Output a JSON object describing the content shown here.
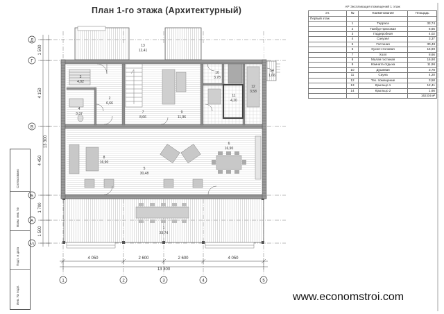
{
  "title": "План 1-го этажа (Архитектурный)",
  "watermark": "www.economstroi.com",
  "axes": {
    "horizontal": [
      "Д",
      "Г",
      "В",
      "Б",
      "А",
      "А/1"
    ],
    "vertical": [
      "1",
      "2",
      "3",
      "4",
      "5"
    ]
  },
  "dimensions": {
    "bottom_segments": [
      "4 050",
      "2 600",
      "2 600",
      "4 050"
    ],
    "bottom_total": "13 300",
    "left_segments": [
      "1 500",
      "4 150",
      "4 450",
      "1 700",
      "1 500"
    ],
    "left_total": "13 300"
  },
  "rooms": [
    {
      "num": "1",
      "area": "33,74"
    },
    {
      "num": "2",
      "area": "6,66"
    },
    {
      "num": "3",
      "area": "4,02"
    },
    {
      "num": "4",
      "area": "3,37"
    },
    {
      "num": "5",
      "area": "30,48"
    },
    {
      "num": "6",
      "area": "16,90"
    },
    {
      "num": "7",
      "area": "8,66"
    },
    {
      "num": "8",
      "area": "16,90"
    },
    {
      "num": "9",
      "area": "11,96"
    },
    {
      "num": "10",
      "area": "3,78"
    },
    {
      "num": "11",
      "area": "4,20"
    },
    {
      "num": "12",
      "area": "3,58"
    },
    {
      "num": "13",
      "area": "12,41"
    },
    {
      "num": "14",
      "area": "1,66"
    }
  ],
  "spec_table": {
    "caption": "АР Экспликация помещений 1 этаж",
    "headers": [
      "Эт.",
      "№",
      "Наименование",
      "Площадь"
    ],
    "floor_label": "Первый этаж",
    "rows": [
      {
        "num": "1",
        "name": "Терраса",
        "area": "33,74"
      },
      {
        "num": "2",
        "name": "Тамбур-прихожая",
        "area": "6,66"
      },
      {
        "num": "3",
        "name": "Гардеробная",
        "area": "4,02"
      },
      {
        "num": "4",
        "name": "Санузел",
        "area": "3,37"
      },
      {
        "num": "5",
        "name": "Гостиная",
        "area": "30,48"
      },
      {
        "num": "6",
        "name": "Кухня-столовая",
        "area": "16,90"
      },
      {
        "num": "7",
        "name": "Холл",
        "area": "8,66"
      },
      {
        "num": "8",
        "name": "Малая гостиная",
        "area": "16,90"
      },
      {
        "num": "9",
        "name": "Комната отдыха",
        "area": "11,96"
      },
      {
        "num": "10",
        "name": "Душевая",
        "area": "3,78"
      },
      {
        "num": "11",
        "name": "Сауна",
        "area": "4,20"
      },
      {
        "num": "12",
        "name": "Тех. помещение",
        "area": "3,58"
      },
      {
        "num": "13",
        "name": "Крыльцо 1",
        "area": "12,41"
      },
      {
        "num": "14",
        "name": "Крыльцо 2",
        "area": "1,66"
      }
    ],
    "total": "162,04 м²"
  },
  "stamp": [
    "Согласовано",
    "Взам. инв. №",
    "Подп. и дата",
    "Инв. № подл."
  ]
}
